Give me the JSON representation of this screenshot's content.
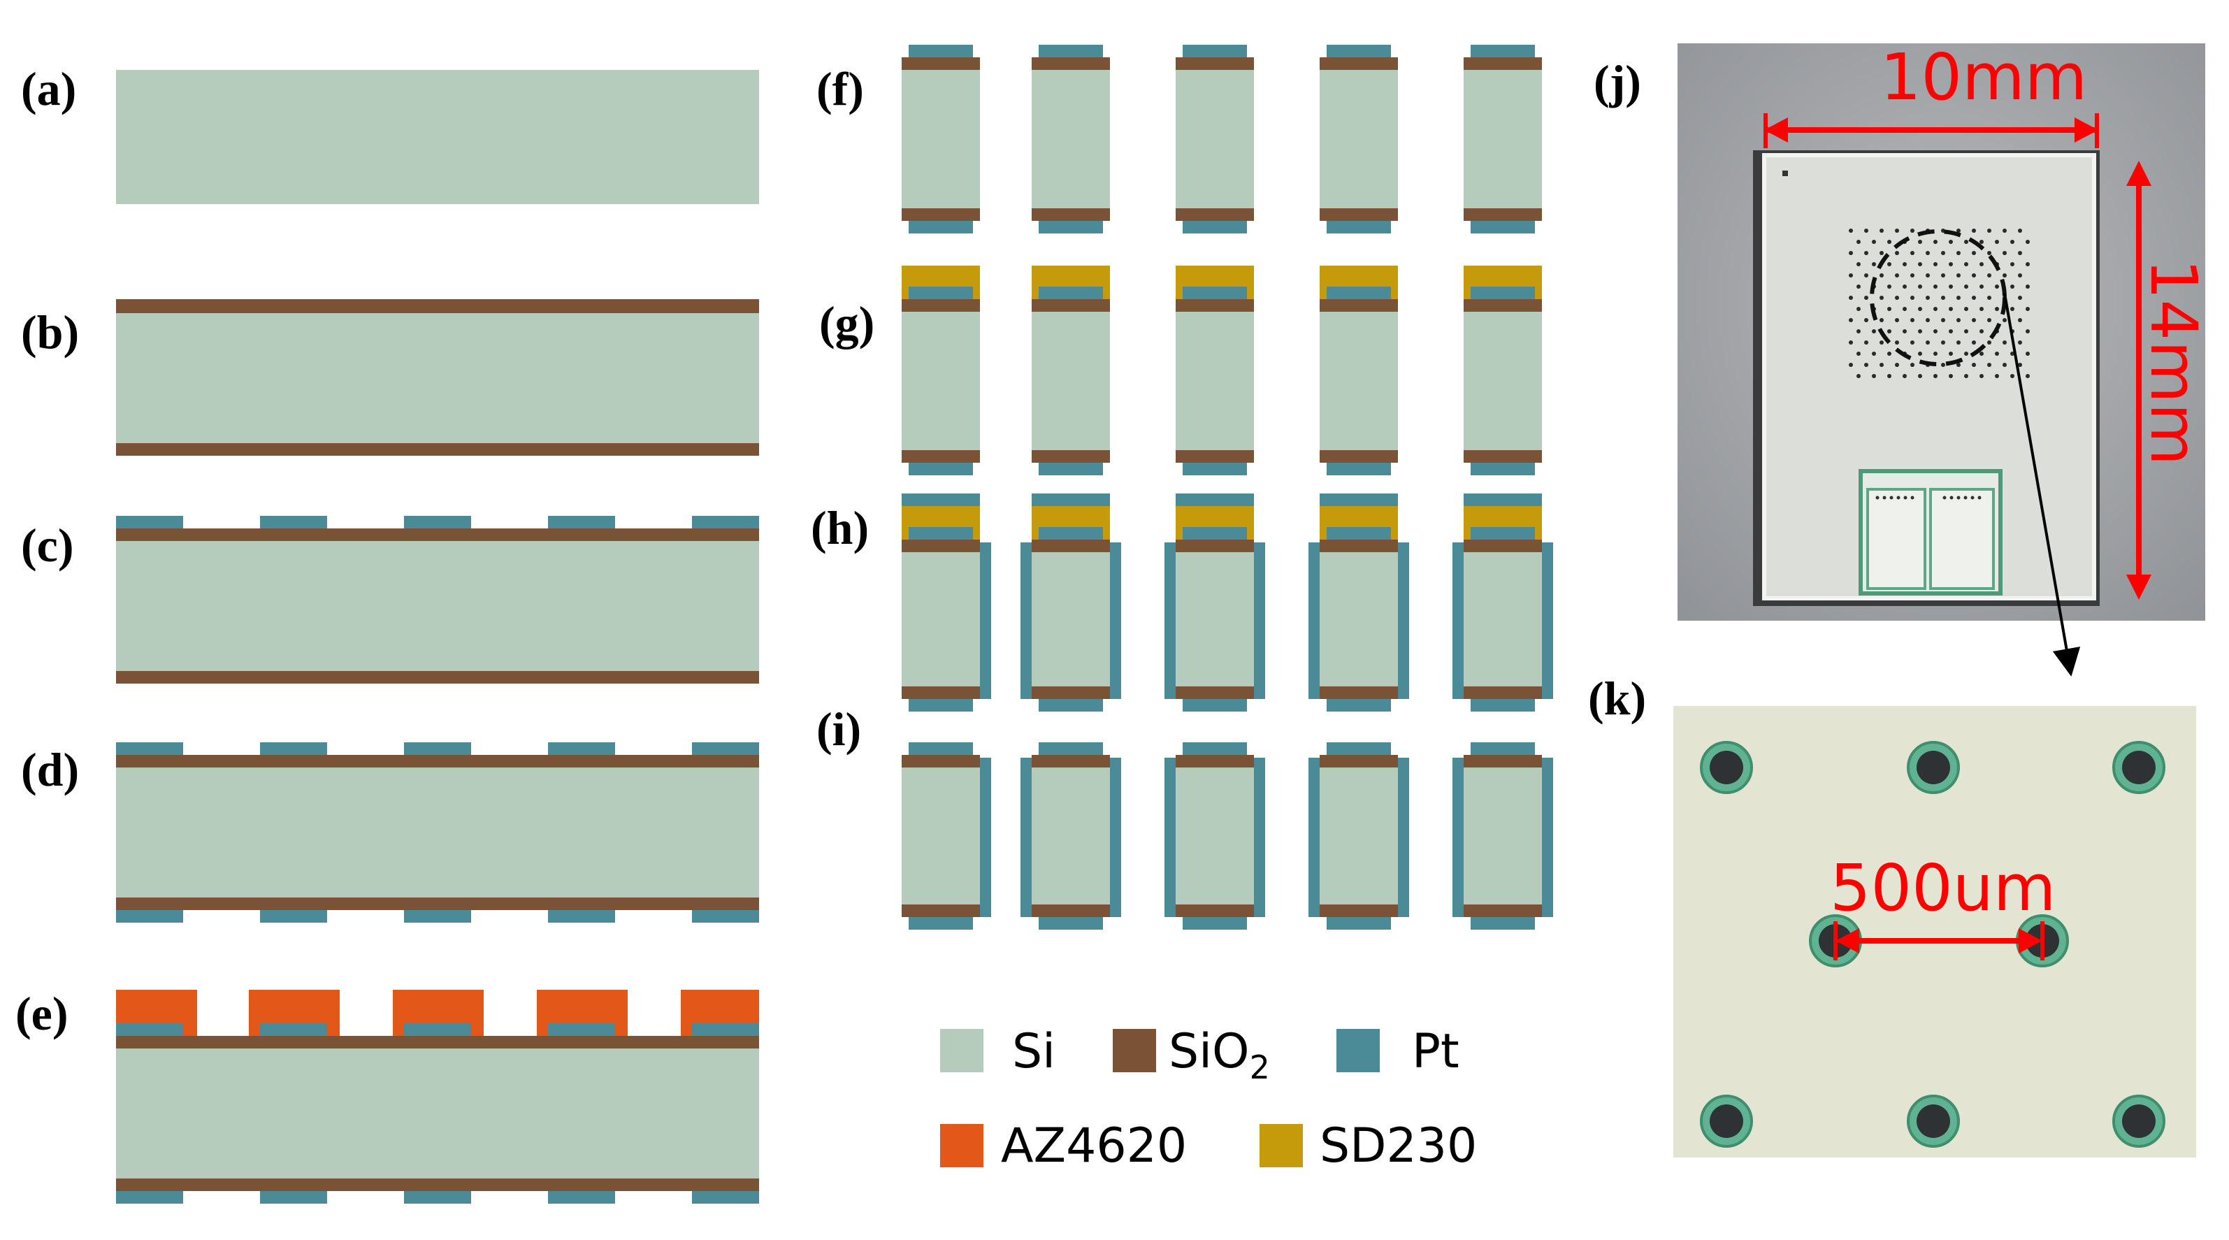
{
  "colors": {
    "si": "#b5cbbb",
    "sio2": "#7a5236",
    "pt": "#4b8b97",
    "az4620": "#e35718",
    "sd230": "#c59b0b",
    "dimension": "#ff0000"
  },
  "panels": {
    "a": "(a)",
    "b": "(b)",
    "c": "(c)",
    "d": "(d)",
    "e": "(e)",
    "f": "(f)",
    "g": "(g)",
    "h": "(h)",
    "i": "(i)",
    "j": "(j)",
    "k": "(k)"
  },
  "legend": {
    "si": "Si",
    "sio2_base": "SiO",
    "sio2_sub": "2",
    "pt": "Pt",
    "az4620": "AZ4620",
    "sd230": "SD230"
  },
  "photo_j": {
    "width_label": "10mm",
    "height_label": "14mm"
  },
  "photo_k": {
    "pitch_label": "500um"
  }
}
